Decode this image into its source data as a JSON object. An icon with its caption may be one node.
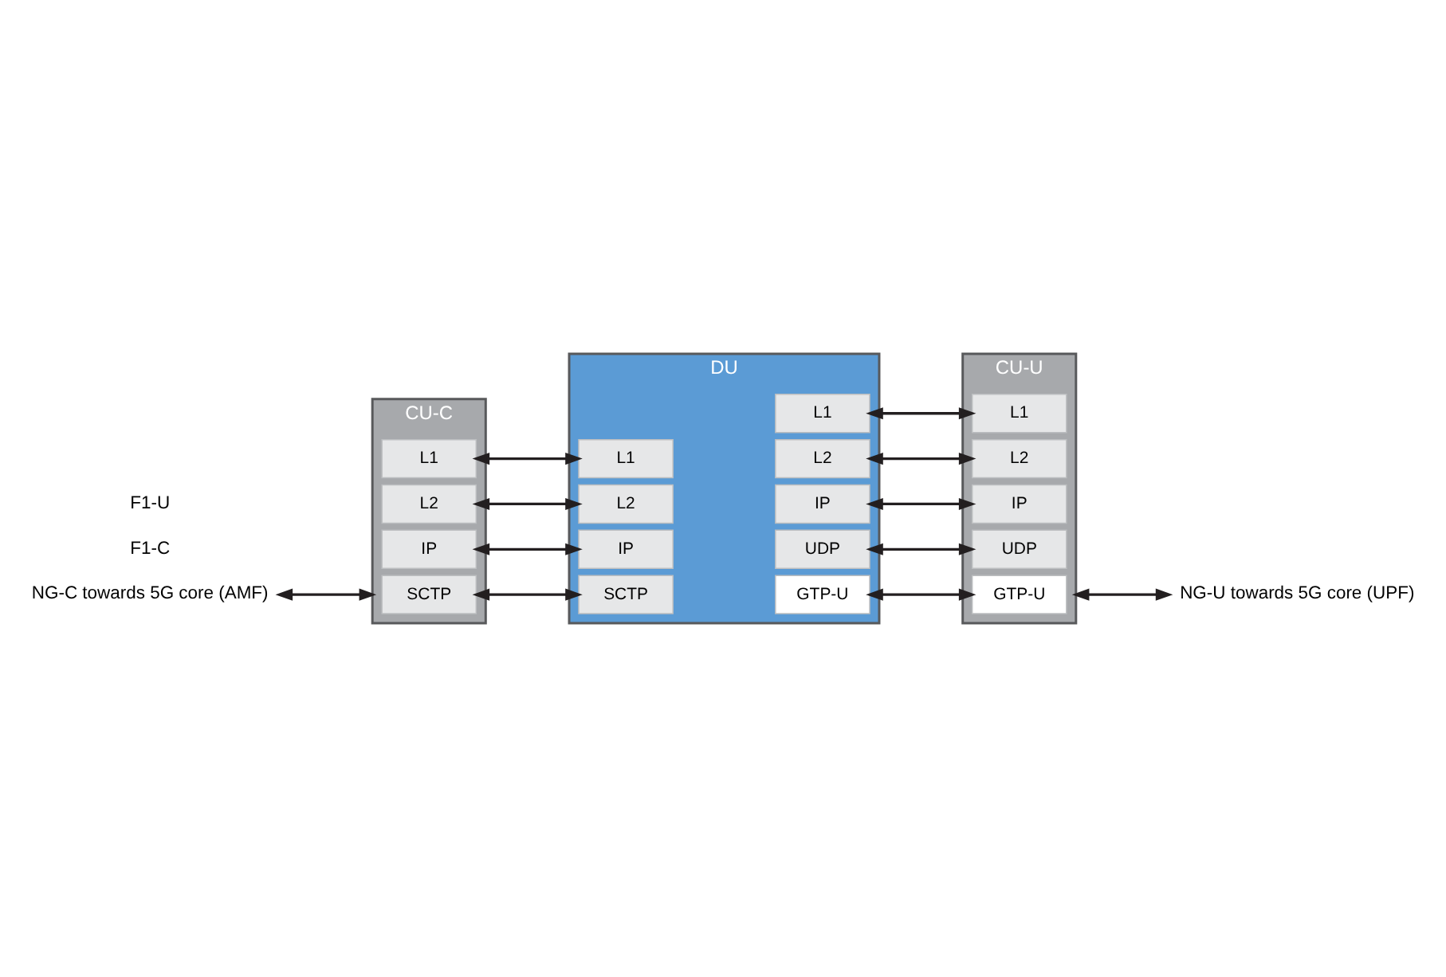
{
  "diagram": {
    "nodes": [
      {
        "text": [
          "NG-C towards 5G core (AMF)"
        ]
      },
      {
        "text": [
          "CU-C"
        ]
      },
      {
        "text": [
          "SCTP"
        ],
        "in": 1
      },
      {
        "text": [
          "IP"
        ],
        "in": 1
      },
      {
        "text": [
          "L2"
        ],
        "in": 1
      },
      {
        "text": [
          "L1"
        ],
        "in": 1
      },
      {
        "text": [
          "DU"
        ]
      },
      {
        "text": [
          "SCTP"
        ],
        "in": 6
      },
      {
        "text": [
          "IP"
        ],
        "in": 6
      },
      {
        "text": [
          "L2"
        ],
        "in": 6
      },
      {
        "text": [
          "L1"
        ],
        "in": 6
      },
      {
        "text": [
          "GTP-U"
        ],
        "in": 6
      },
      {
        "text": [
          "UDP"
        ],
        "in": 6
      },
      {
        "text": [
          "IP"
        ],
        "in": 6
      },
      {
        "text": [
          "L2"
        ],
        "in": 6
      },
      {
        "text": [
          "L1"
        ],
        "in": 6
      },
      {
        "text": [
          "CU-U"
        ]
      },
      {
        "text": [
          "GTP-U"
        ],
        "in": 16
      },
      {
        "text": [
          "UDP"
        ],
        "in": 16
      },
      {
        "text": [
          "IP"
        ],
        "in": 16
      },
      {
        "text": [
          "L2"
        ],
        "in": 16
      },
      {
        "text": [
          "L1"
        ],
        "in": 16
      },
      {
        "text": [
          "NG-U towards 5G core (UPF)"
        ]
      }
    ],
    "edges": [
      {
        "from": 0,
        "to": 1,
        "arrow": "both"
      },
      {
        "from": 2,
        "to": 7,
        "arrow": "both"
      },
      {
        "from": 3,
        "to": 8,
        "arrow": "both"
      },
      {
        "from": 4,
        "to": 9,
        "arrow": "both"
      },
      {
        "from": 5,
        "to": 10,
        "arrow": "both"
      },
      {
        "from": 11,
        "to": 17,
        "arrow": "both"
      },
      {
        "from": 12,
        "to": 18,
        "arrow": "both"
      },
      {
        "from": 13,
        "to": 19,
        "arrow": "both"
      },
      {
        "from": 14,
        "to": 20,
        "arrow": "both"
      },
      {
        "from": 15,
        "to": 21,
        "arrow": "both"
      },
      {
        "from": 16,
        "to": 22,
        "arrow": "both"
      }
    ],
    "labels": [
      "F1-C",
      "F1-U"
    ]
  }
}
